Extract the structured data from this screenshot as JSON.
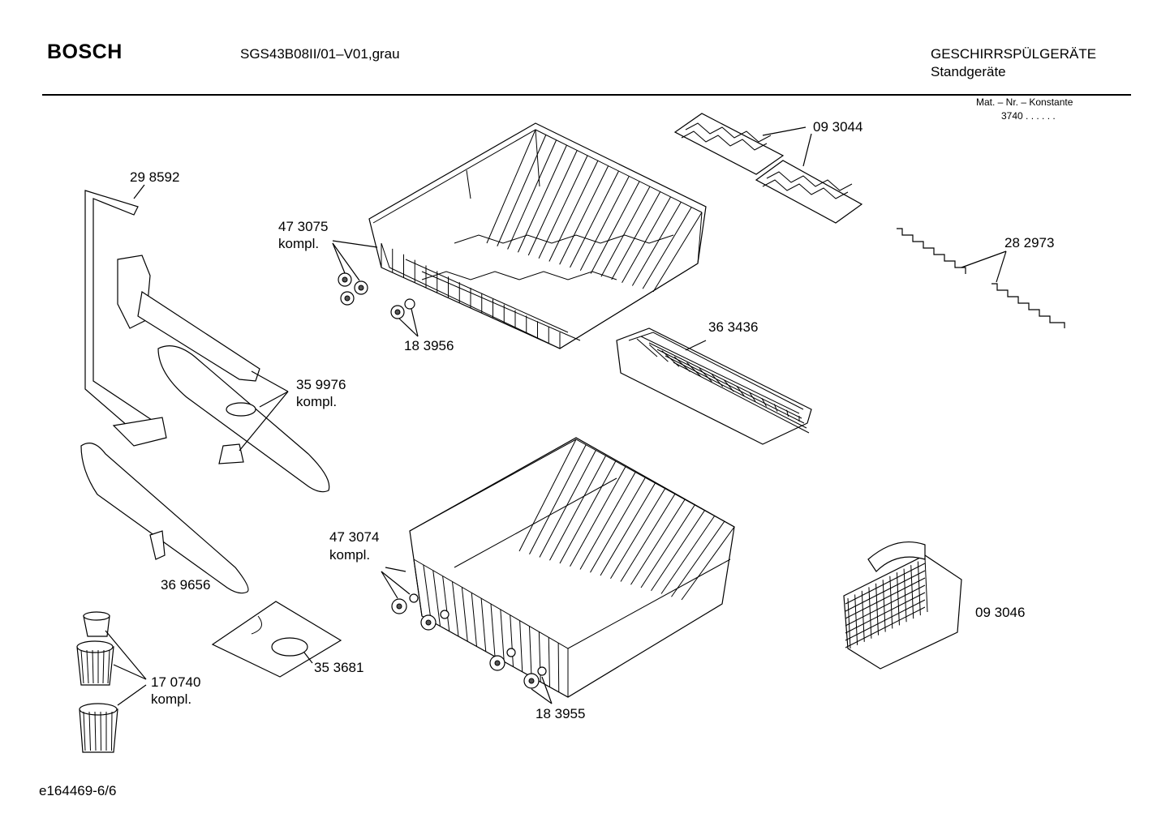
{
  "header": {
    "brand": "BOSCH",
    "model": "SGS43B08II/01–V01,grau",
    "category_line1": "GESCHIRRSPÜLGERÄTE",
    "category_line2": "Standgeräte",
    "mat_label": "Mat. – Nr. – Konstante",
    "mat_value": "3740 . .  . . . ."
  },
  "parts": [
    {
      "number": "29 8592",
      "note": ""
    },
    {
      "number": "47 3075",
      "note": "kompl."
    },
    {
      "number": "18 3956",
      "note": ""
    },
    {
      "number": "09 3044",
      "note": ""
    },
    {
      "number": "28 2973",
      "note": ""
    },
    {
      "number": "36 3436",
      "note": ""
    },
    {
      "number": "35 9976",
      "note": "kompl."
    },
    {
      "number": "36 9656",
      "note": ""
    },
    {
      "number": "47 3074",
      "note": "kompl."
    },
    {
      "number": "35 3681",
      "note": ""
    },
    {
      "number": "17 0740",
      "note": "kompl."
    },
    {
      "number": "18 3955",
      "note": ""
    },
    {
      "number": "09 3046",
      "note": ""
    }
  ],
  "footer": {
    "drawing_id": "e164469-6/6"
  }
}
